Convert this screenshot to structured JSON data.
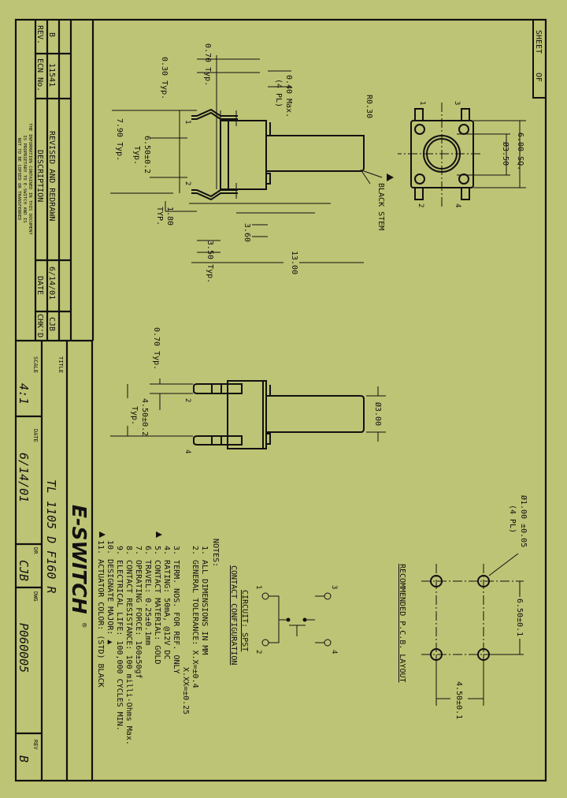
{
  "colors": {
    "paper": "#bec475",
    "ink": "#111111"
  },
  "sheet": {
    "label_sheet": "SHEET",
    "label_of": "OF"
  },
  "revision_block": {
    "headers": {
      "rev": "REV.",
      "ecn": "ECN No.",
      "description": "DESCRIPTION",
      "date": "DATE",
      "chkd": "CHK'D"
    },
    "rows": [
      {
        "rev": "B",
        "ecn": "11541",
        "description": "REVISED AND REDRAWN",
        "date": "6/14/01",
        "chkd": "CJB"
      }
    ],
    "disclaimer": [
      "THE INFORMATION CONTAINED IN THIS DOCUMENT",
      "IS PROPRIETARY TO E-SWITCH AND IS",
      "NOT TO BE COPIED OR TRANSFERRED"
    ]
  },
  "title_block": {
    "logo": "E-SWITCH",
    "logo_mark": "®",
    "title_label": "TITLE",
    "title": "TL 1105 D F160 R",
    "scale_label": "SCALE",
    "scale": "4:1",
    "date_label": "DATE",
    "date": "6/14/01",
    "dr_label": "DR",
    "dr": "CJB",
    "dwg_label": "DWG",
    "dwg": "P060005",
    "rev_label": "REV",
    "rev": "B"
  },
  "side_view": {
    "dims": {
      "lead_width": "0.70 Typ.",
      "lead_thickness": "0.30 Typ.",
      "lead_spacing": "6.50±0.2",
      "lead_spacing_suffix": "Typ.",
      "overall_lead": "7.90 Typ.",
      "tab": "0.40 Max.",
      "tab_suffix": "(4 PL)",
      "radius": "R0.30",
      "stem_note": "BLACK STEM",
      "lead_bend": "1.80",
      "lead_bend_suffix": "TYP.",
      "body_height": "3.60",
      "lead_length": "3.50 Typ.",
      "overall_height": "13.00"
    },
    "terminals": [
      "1",
      "2"
    ]
  },
  "top_view": {
    "dims": {
      "square": "6.00 SQ.",
      "stem_dia": "Ø3.50"
    },
    "terminals": [
      "1",
      "3",
      "2",
      "4"
    ]
  },
  "front_view": {
    "dims": {
      "lead_width": "0.70 Typ.",
      "lead_spacing": "4.50±0.2",
      "lead_spacing_suffix": "Typ.",
      "stem_dia": "Ø3.00"
    },
    "terminals": [
      "2",
      "4"
    ]
  },
  "pcb_layout": {
    "title": "RECOMMENDED P.C.B. LAYOUT",
    "hole": "Ø1.00 ±0.05",
    "hole_suffix": "(4 PL)",
    "pitch_long": "6.50±0.1",
    "pitch_short": "4.50±0.1"
  },
  "circuit": {
    "title": "CIRCUIT: SPST",
    "subtitle": "CONTACT CONFIGURATION",
    "terminals": [
      "1",
      "2",
      "3",
      "4"
    ]
  },
  "notes": {
    "heading": "NOTES:",
    "items": [
      "1. ALL DIMENSIONS IN MM",
      "2. GENERAL TOLERANCE: X.X=±0.4",
      "X.XX=±0.25",
      "3. TERM. NOS. FOR REF. ONLY",
      "4. RATING: 50mA, @12V DC",
      "5. CONTACT MATERIAL: GOLD",
      "6. TRAVEL: 0.25±0.1mm",
      "7. OPERATING FORCE: 160±50gf",
      "8. CONTACT RESISTANCE: 100 milli-Ohms Max.",
      "9. ELECTRICAL LIFE: 100,000 CYCLES MIN.",
      "10. DESIGNATE MAJOR: ▲",
      "11. ACTUATOR COLOR: (STD) BLACK"
    ],
    "major_marker_icon": "filled-triangle"
  }
}
